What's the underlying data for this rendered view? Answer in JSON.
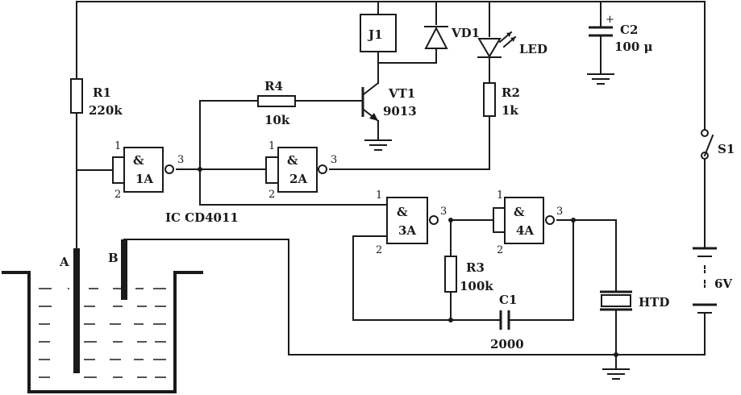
{
  "colors": {
    "ink": "#1a1a1a",
    "background": "#ffffff"
  },
  "labels": {
    "r1": "R1",
    "r1_val": "220k",
    "r4": "R4",
    "r4_val": "10k",
    "j1": "J1",
    "vd1": "VD1",
    "led": "LED",
    "vt1": "VT1",
    "vt1_val": "9013",
    "r2": "R2",
    "r2_val": "1k",
    "c2": "C2",
    "c2_val": "100 μ",
    "c2_plus": "+",
    "s1": "S1",
    "batt_val": "6V",
    "ic": "IC  CD4011",
    "r3": "R3",
    "r3_val": "100k",
    "c1": "C1",
    "c1_val": "2000",
    "htd": "HTD",
    "probe_a": "A",
    "probe_b": "B"
  },
  "gates": [
    {
      "id": "1A",
      "symbol": "&",
      "in1": "1",
      "in2": "2",
      "out": "3"
    },
    {
      "id": "2A",
      "symbol": "&",
      "in1": "1",
      "in2": "2",
      "out": "3"
    },
    {
      "id": "3A",
      "symbol": "&",
      "in1": "1",
      "in2": "2",
      "out": "3"
    },
    {
      "id": "4A",
      "symbol": "&",
      "in1": "1",
      "in2": "2",
      "out": "3"
    }
  ]
}
